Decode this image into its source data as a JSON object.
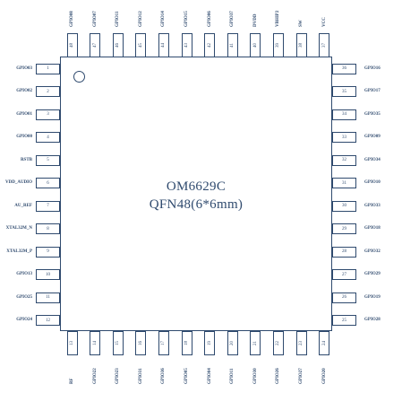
{
  "chip": {
    "name": "OM6629C",
    "package": "QFN48(6*6mm)"
  },
  "pins": {
    "left": [
      {
        "num": "1",
        "name": "GPIO03"
      },
      {
        "num": "2",
        "name": "GPIO02"
      },
      {
        "num": "3",
        "name": "GPIO01"
      },
      {
        "num": "4",
        "name": "GPIO00"
      },
      {
        "num": "5",
        "name": "RSTB"
      },
      {
        "num": "6",
        "name": "VDD_AUDIO"
      },
      {
        "num": "7",
        "name": "AU_REF"
      },
      {
        "num": "8",
        "name": "XTAL32M_N"
      },
      {
        "num": "9",
        "name": "XTAL32M_P"
      },
      {
        "num": "10",
        "name": "GPIO13"
      },
      {
        "num": "11",
        "name": "GPIO25"
      },
      {
        "num": "12",
        "name": "GPIO24"
      }
    ],
    "bottom": [
      {
        "num": "13",
        "name": "RF"
      },
      {
        "num": "14",
        "name": "GPIO22"
      },
      {
        "num": "15",
        "name": "GPIO23"
      },
      {
        "num": "16",
        "name": "GPIO31"
      },
      {
        "num": "17",
        "name": "GPIO36"
      },
      {
        "num": "18",
        "name": "GPIO05"
      },
      {
        "num": "19",
        "name": "GPIO04"
      },
      {
        "num": "20",
        "name": "GPIO11"
      },
      {
        "num": "21",
        "name": "GPIO30"
      },
      {
        "num": "22",
        "name": "GPIO26"
      },
      {
        "num": "23",
        "name": "GPIO27"
      },
      {
        "num": "24",
        "name": "GPIO20"
      }
    ],
    "right": [
      {
        "num": "36",
        "name": "GPIO16"
      },
      {
        "num": "35",
        "name": "GPIO17"
      },
      {
        "num": "34",
        "name": "GPIO35"
      },
      {
        "num": "33",
        "name": "GPIO09"
      },
      {
        "num": "32",
        "name": "GPIO34"
      },
      {
        "num": "31",
        "name": "GPIO10"
      },
      {
        "num": "30",
        "name": "GPIO33"
      },
      {
        "num": "29",
        "name": "GPIO18"
      },
      {
        "num": "28",
        "name": "GPIO32"
      },
      {
        "num": "27",
        "name": "GPIO29"
      },
      {
        "num": "26",
        "name": "GPIO19"
      },
      {
        "num": "25",
        "name": "GPIO28"
      }
    ],
    "top": [
      {
        "num": "48",
        "name": "GPIO08"
      },
      {
        "num": "47",
        "name": "GPIO07"
      },
      {
        "num": "46",
        "name": "GPIO11"
      },
      {
        "num": "45",
        "name": "GPIO12"
      },
      {
        "num": "44",
        "name": "GPIO14"
      },
      {
        "num": "43",
        "name": "GPIO15"
      },
      {
        "num": "42",
        "name": "GPIO06"
      },
      {
        "num": "41",
        "name": "GPIO37"
      },
      {
        "num": "40",
        "name": "DVDD"
      },
      {
        "num": "39",
        "name": "VBHIP2"
      },
      {
        "num": "38",
        "name": "SW"
      },
      {
        "num": "37",
        "name": "VCC"
      }
    ]
  }
}
